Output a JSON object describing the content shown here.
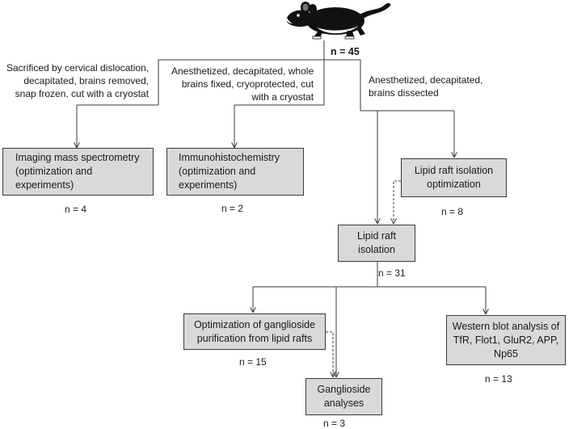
{
  "top": {
    "n_label": "n = 45"
  },
  "branches": {
    "ims": "Sacrificed by cervical dislocation,\ndecapitated, brains removed,\nsnap frozen, cut with a cryostat",
    "ihc": "Anesthetized, decapitated, whole\nbrains fixed, cryoprotected, cut\nwith a cryostat",
    "lipid": "Anesthetized, decapitated,\nbrains dissected"
  },
  "boxes": {
    "ims": {
      "text": "Imaging mass spectrometry\n(optimization and\nexperiments)",
      "n": "n = 4"
    },
    "ihc": {
      "text": "Immunohistochemistry\n(optimization and\nexperiments)",
      "n": "n = 2"
    },
    "opt": {
      "text": "Lipid raft isolation\noptimization",
      "n": "n = 8"
    },
    "raft": {
      "text": "Lipid raft\nisolation",
      "n": "n = 31"
    },
    "gopt": {
      "text": "Optimization of ganglioside\npurification from lipid rafts",
      "n": "n = 15"
    },
    "wb": {
      "text": "Western blot analysis of\nTfR, Flot1, GluR2, APP,\nNp65",
      "n": "n = 13"
    },
    "gang": {
      "text": "Ganglioside\nanalyses",
      "n": "n = 3"
    }
  },
  "colors": {
    "box_fill": "#d9d9d9",
    "line": "#3a3a3a",
    "mouse": "#111111"
  },
  "icons": {
    "mouse": "mouse-icon"
  }
}
